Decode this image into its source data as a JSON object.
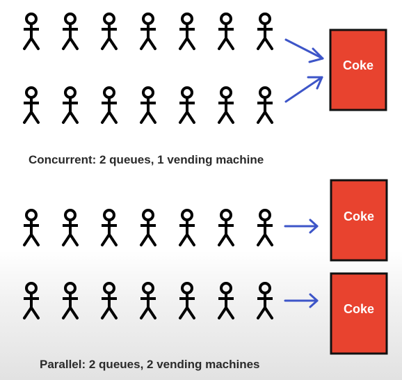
{
  "sections": [
    {
      "caption": "Concurrent: 2 queues, 1 vending machine",
      "queues": [
        {
          "people_count": 7
        },
        {
          "people_count": 7
        }
      ],
      "machines": [
        {
          "label": "Coke"
        }
      ],
      "routing": "both queues converge on one machine"
    },
    {
      "caption": "Parallel: 2 queues, 2 vending machines",
      "queues": [
        {
          "people_count": 7
        },
        {
          "people_count": 7
        }
      ],
      "machines": [
        {
          "label": "Coke"
        },
        {
          "label": "Coke"
        }
      ],
      "routing": "each queue has its own machine"
    }
  ],
  "colors": {
    "figure": "#000000",
    "arrow": "#3d55c8",
    "machine_fill": "#e8432f",
    "machine_border": "#111111",
    "machine_text": "#ffffff",
    "caption_text": "#2a2a2a"
  }
}
